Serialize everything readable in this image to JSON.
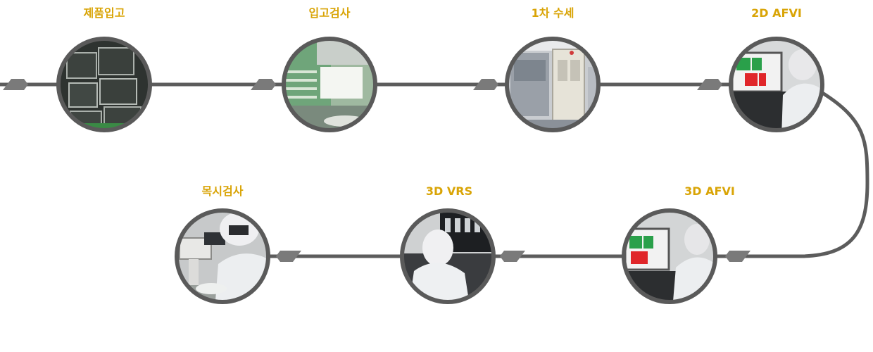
{
  "diagram": {
    "title": "",
    "steps": [
      {
        "label": "제품입고",
        "photo": "storage-cases-photo"
      },
      {
        "label": "입고검사",
        "photo": "pcb-inspection-photo"
      },
      {
        "label": "1차 수세",
        "photo": "washing-machine-photo"
      },
      {
        "label": "2D AFVI",
        "photo": "inspection-monitor-photo"
      },
      {
        "label": "3D AFVI",
        "photo": "inspection-monitor-photo"
      },
      {
        "label": "3D VRS",
        "photo": "vrs-workstation-photo"
      },
      {
        "label": "목시검사",
        "photo": "microscope-photo"
      }
    ],
    "colors": {
      "line": "#5c5c5c",
      "circle_border": "#5a5a5a",
      "label": "#d9a406",
      "arrow": "#7a7a7a"
    }
  }
}
